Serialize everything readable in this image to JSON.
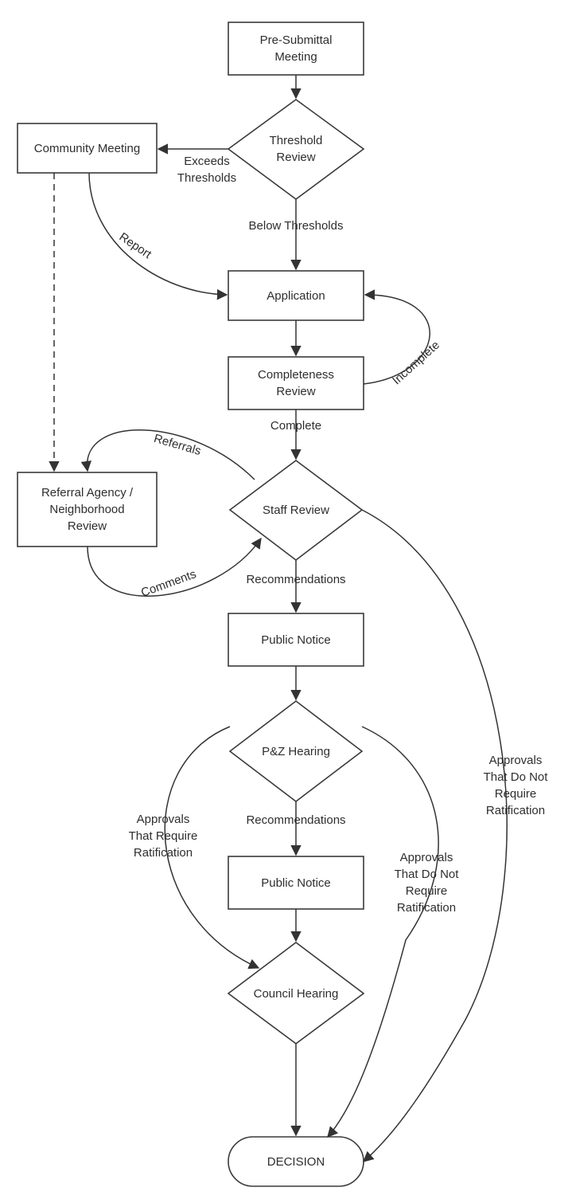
{
  "nodes": {
    "pre_submittal": "Pre-Submittal\nMeeting",
    "threshold_review": "Threshold\nReview",
    "community_meeting": "Community Meeting",
    "application": "Application",
    "completeness_review": "Completeness\nReview",
    "referral_review": "Referral Agency /\nNeighborhood\nReview",
    "staff_review": "Staff Review",
    "public_notice_1": "Public Notice",
    "pz_hearing": "P&Z Hearing",
    "public_notice_2": "Public Notice",
    "council_hearing": "Council Hearing",
    "decision": "DECISION"
  },
  "labels": {
    "exceeds_thresholds": "Exceeds\nThresholds",
    "below_thresholds": "Below Thresholds",
    "report": "Report",
    "incomplete": "Incomplete",
    "complete": "Complete",
    "referrals": "Referrals",
    "comments": "Comments",
    "recommendations_1": "Recommendations",
    "recommendations_2": "Recommendations",
    "approvals_require": "Approvals\nThat Require\nRatification",
    "approvals_not_require_1": "Approvals\nThat Do Not\nRequire\nRatification",
    "approvals_not_require_2": "Approvals\nThat Do Not\nRequire\nRatification"
  }
}
